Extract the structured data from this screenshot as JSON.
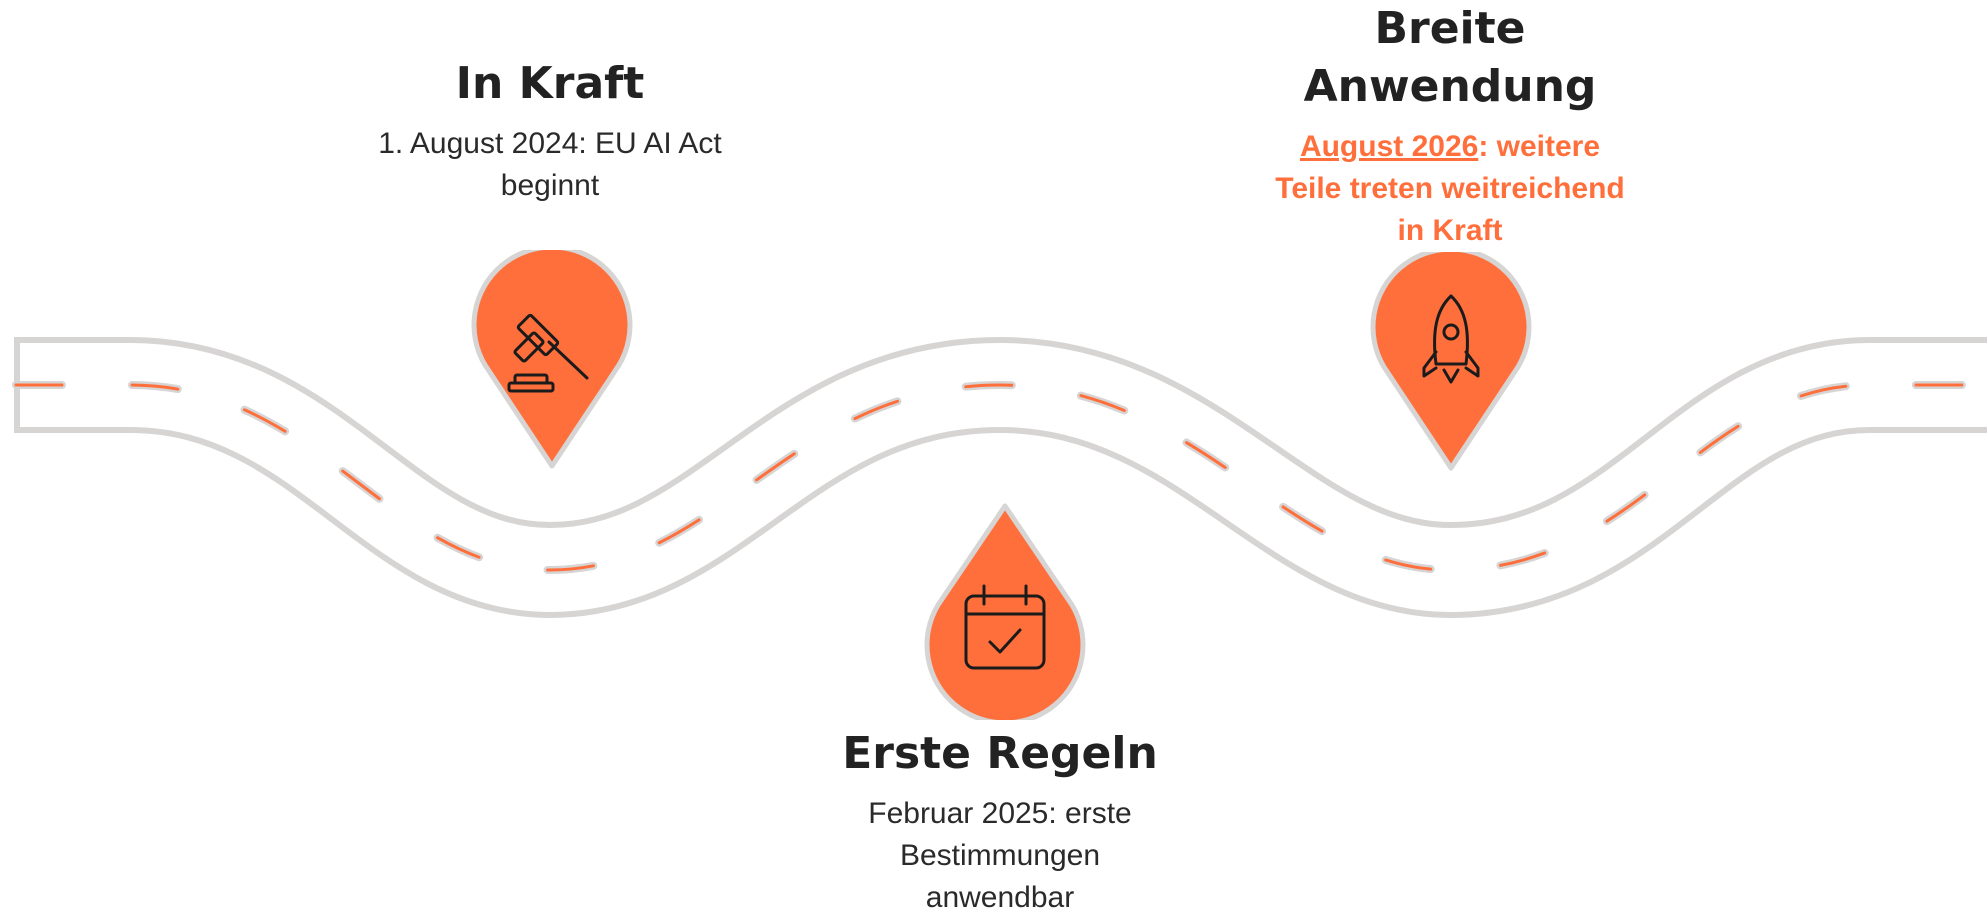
{
  "colors": {
    "accent": "#ff6f3c",
    "road": "#ffffff",
    "road_edge": "#d7d4d4",
    "dash": "#ff6f3c",
    "heading": "#222222",
    "body_text": "#2a2a2a",
    "icon": "#1b1b1b"
  },
  "milestones": [
    {
      "title": "In Kraft",
      "text": "1. August 2024: EU AI Act beginnt",
      "icon": "gavel-icon"
    },
    {
      "title": "Erste Regeln",
      "text": "Februar 2025: erste Bestimmungen anwendbar",
      "icon": "calendar-check-icon"
    },
    {
      "title": "Breite Anwendung",
      "text_link": "August 2026",
      "text_rest": ": weitere Teile treten weitreichend in Kraft",
      "icon": "rocket-icon"
    }
  ]
}
